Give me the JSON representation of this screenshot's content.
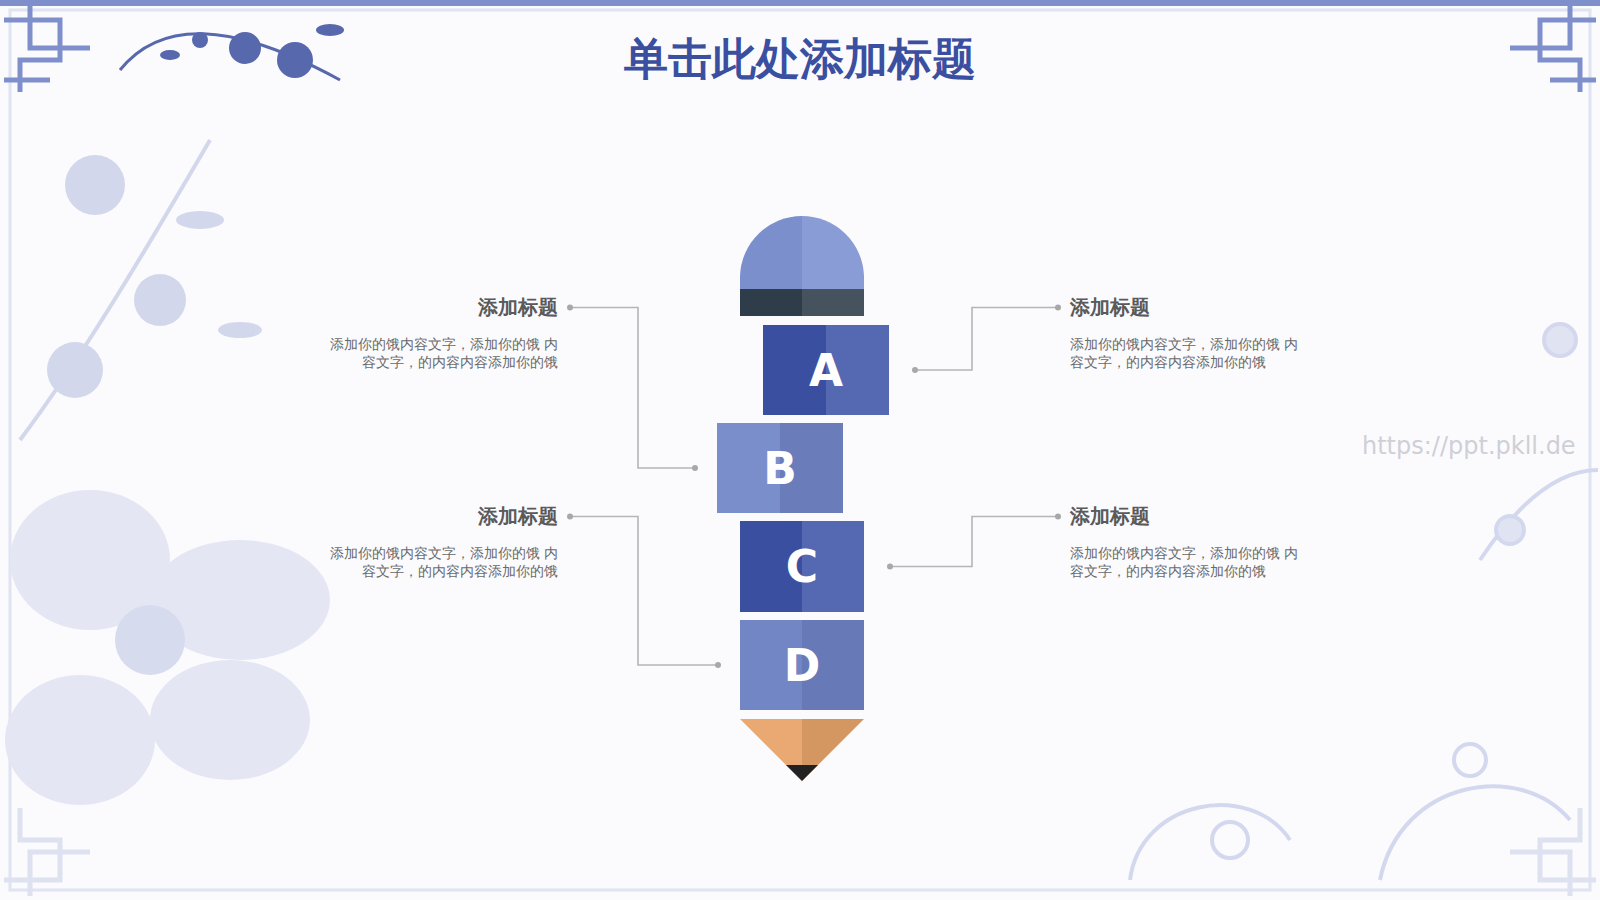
{
  "diagram": {
    "title": "单击此处添加标题",
    "nodes": [
      {
        "text": [
          "A"
        ]
      },
      {
        "text": [
          "B"
        ]
      },
      {
        "text": [
          "C"
        ]
      },
      {
        "text": [
          "D"
        ]
      },
      {
        "text": [
          "添加标题",
          "添加你的饿内容文字，添加你的饿 内容文字，的内容内容添加你的饿"
        ]
      },
      {
        "text": [
          "添加标题",
          "添加你的饿内容文字，添加你的饿 内容文字，的内容内容添加你的饿"
        ]
      },
      {
        "text": [
          "添加标题",
          "添加你的饿内容文字，添加你的饿 内容文字，的内容内容添加你的饿"
        ]
      },
      {
        "text": [
          "添加标题",
          "添加你的饿内容文字，添加你的饿 内容文字，的内容内容添加你的饿"
        ]
      }
    ],
    "edges": [
      {
        "from": 4,
        "to": 1,
        "arrow": "none"
      },
      {
        "from": 5,
        "to": 0,
        "arrow": "none"
      },
      {
        "from": 6,
        "to": 3,
        "arrow": "none"
      },
      {
        "from": 7,
        "to": 2,
        "arrow": "none"
      }
    ],
    "labels": [
      "https://ppt.pkll.de"
    ]
  }
}
